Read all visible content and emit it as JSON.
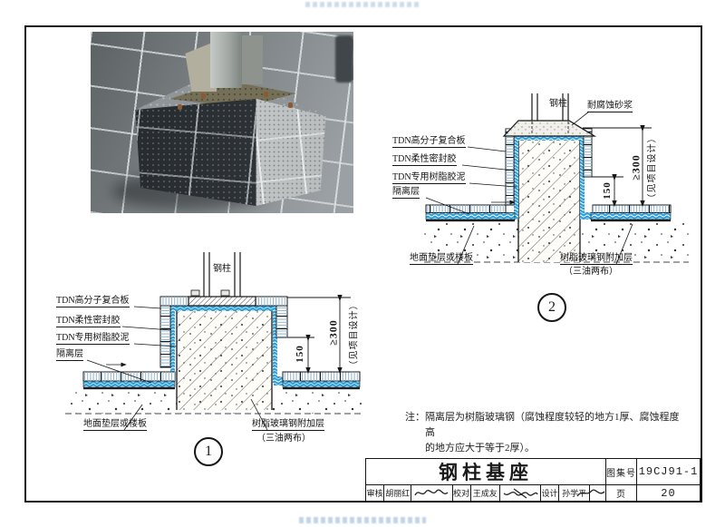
{
  "colors": {
    "accent_blue": "#2f9fd8",
    "line": "#161616",
    "board_hatch": "#8fb3cc"
  },
  "diagram_labels": {
    "steel_column": "钢柱",
    "anti_corrosion_mortar": "耐腐蚀砂浆",
    "composite_board": "TDN高分子复合板",
    "flexible_sealant": "TDN柔性密封胶",
    "resin_mastic": "TDN专用树脂胶泥",
    "isolation_layer": "隔离层",
    "ground_cushion": "地面垫层或楼板",
    "frp_layer": "树脂玻璃钢附加层",
    "frp_layer_note": "（三油两布）",
    "dim_150": "150",
    "dim_300": "≥300",
    "dim_300_note": "（见项目设计）",
    "detail1_no": "1",
    "detail2_no": "2"
  },
  "note": {
    "label": "注：",
    "line1": "隔离层为树脂玻璃钢（腐蚀程度较轻的地方1厚、腐蚀程度高",
    "line2": "的地方应大于等于2厚）。"
  },
  "title_block": {
    "title": "钢柱基座",
    "atlas_no_label": "图集号",
    "atlas_no": "19CJ91-1",
    "page_label": "页",
    "page_no": "20",
    "approvals": [
      {
        "role": "审核",
        "name": "胡丽红"
      },
      {
        "role": "校对",
        "name": "王成友"
      },
      {
        "role": "设计",
        "name": "孙学平"
      }
    ]
  }
}
